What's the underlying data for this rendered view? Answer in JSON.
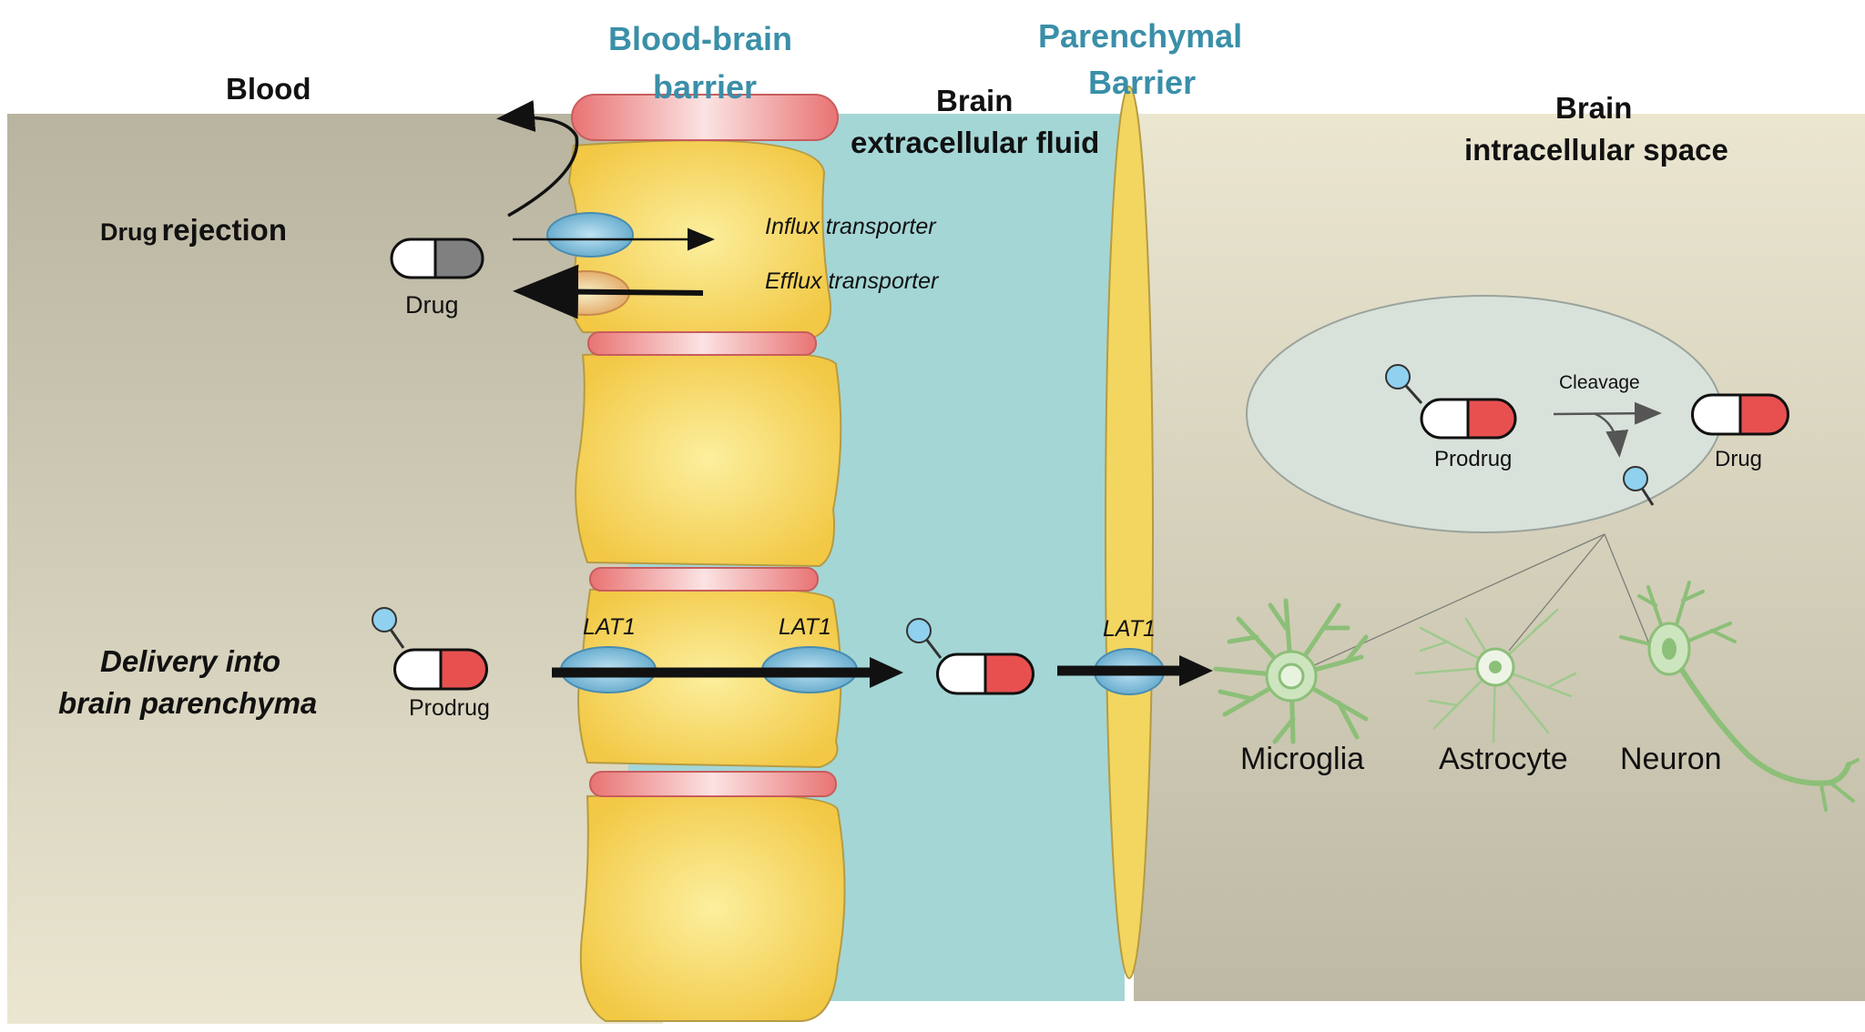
{
  "labels": {
    "blood": "Blood",
    "bbb_line1": "Blood-brain",
    "bbb_line2": "barrier",
    "ecf_line1": "Brain",
    "ecf_line2": "extracellular fluid",
    "parenchymal_line1": "Parenchymal",
    "parenchymal_line2": "Barrier",
    "ics_line1": "Brain",
    "ics_line2": "intracellular space",
    "drug_rejection_small": "Drug",
    "drug_rejection_big": "rejection",
    "drug": "Drug",
    "influx": "Influx transporter",
    "efflux": "Efflux transporter",
    "delivery_line1": "Delivery into",
    "delivery_line2": "brain parenchyma",
    "prodrug": "Prodrug",
    "lat1_a": "LAT1",
    "lat1_b": "LAT1",
    "lat1_c": "LAT1",
    "cleavage": "Cleavage",
    "inset_prodrug": "Prodrug",
    "inset_drug": "Drug",
    "microglia": "Microglia",
    "astrocyte": "Astrocyte",
    "neuron": "Neuron"
  },
  "colors": {
    "blood_bg": "#c3bfaa",
    "ics_bg": "#e9e4cc",
    "ecf": "#a4d6d6",
    "endothelial": "#f5cf55",
    "tight_junction": "#ec8a8a",
    "title_teal": "#3a8fa8",
    "transporter_blue": "#6bb3d4",
    "drug_red": "#e85050",
    "drug_gray": "#808080",
    "cell_green": "#8cbf78"
  }
}
